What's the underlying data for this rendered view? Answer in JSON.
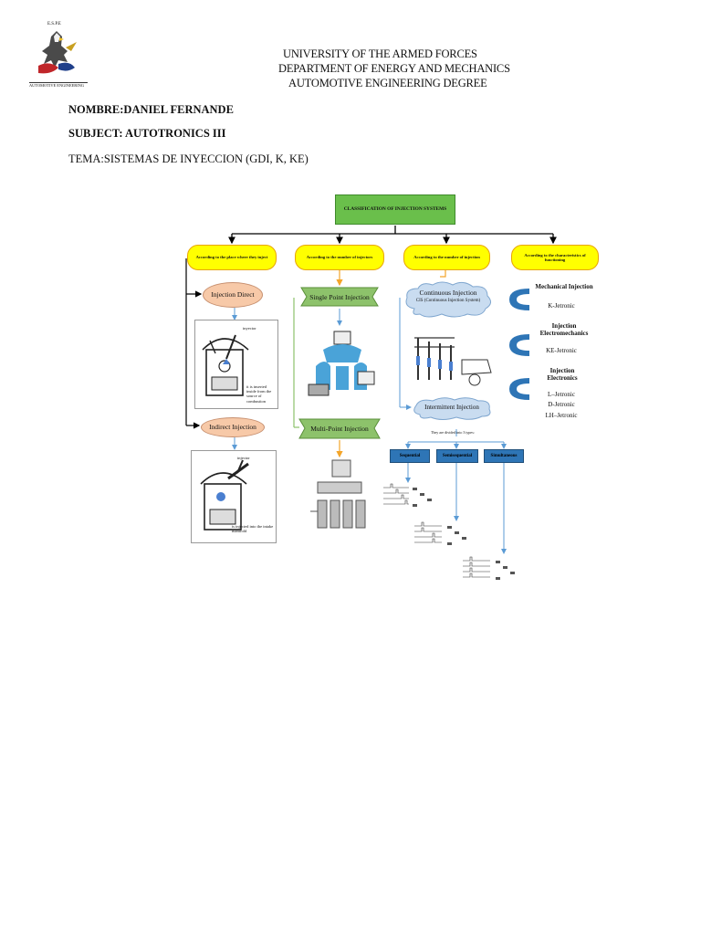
{
  "header": {
    "logo_caption_top": "E.S.P.E",
    "logo_caption_bottom": "AUTOMOTIVE ENGINEERING",
    "line1": "UNIVERSITY OF THE ARMED FORCES",
    "line2": "DEPARTMENT OF ENERGY AND MECHANICS",
    "line3": "AUTOMOTIVE ENGINEERING DEGREE"
  },
  "meta": {
    "name": "NOMBRE:DANIEL FERNANDE",
    "subject": "SUBJECT: AUTOTRONICS III",
    "topic": "TEMA:SISTEMAS DE INYECCION (GDI, K, KE)"
  },
  "diagram": {
    "root": "CLASSIFICATION OF INJECTION SYSTEMS",
    "categories": [
      "According to the place where they inject",
      "According to the number of injectors",
      "According to the number of injection",
      "According to the characteristics of functioning"
    ],
    "place": {
      "direct": "Injection Direct",
      "direct_note": "it is inserted inside from the source of combustion",
      "direct_label": "inyector",
      "indirect": "Indirect Injection",
      "indirect_label": "injector",
      "indirect_note": "is injected into the intake manifold"
    },
    "injectors": {
      "single": "Single Point Injection",
      "multi": "Multi-Point Injection"
    },
    "injection": {
      "continuous": "Continuous Injection",
      "continuous_sub": "CIS (Continuous Injection System)",
      "intermittent": "Intermittent Injection",
      "subdivision_caption": "They are divided into 3 types:",
      "types": [
        "Sequential",
        "Semisequential",
        "Simultaneous"
      ]
    },
    "functioning": {
      "mechanical_title": "Mechanical Injection",
      "mechanical_item": "K-Jetronic",
      "electromech_title": "Injection Electromechanics",
      "electromech_item": "KE-Jetronic",
      "electronic_title": "Injection Electronics",
      "electronic_items": [
        "L–Jetronic",
        "D-Jetronic",
        "LH–Jetronic"
      ]
    }
  },
  "colors": {
    "root_fill": "#6abf4b",
    "category_fill": "#ffff00",
    "peach_fill": "#f7c9a8",
    "ribbon_fill": "#8dc26b",
    "cloud_fill": "#c9dcf0",
    "blue_box": "#2e75b6",
    "arrow_blue": "#5b9bd5",
    "arrow_orange": "#f4a52a"
  }
}
